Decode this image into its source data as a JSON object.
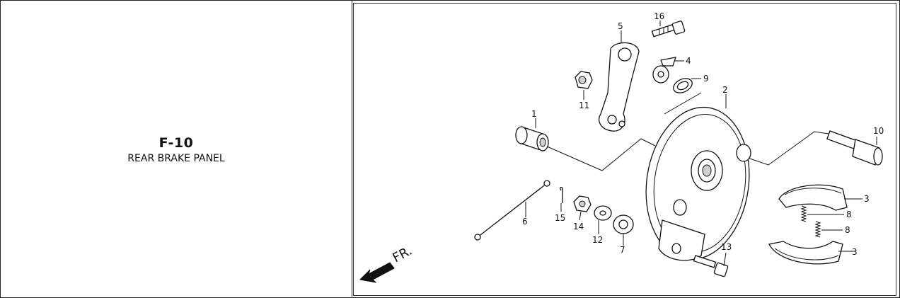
{
  "section": {
    "code": "F-10",
    "title": "REAR BRAKE PANEL"
  },
  "diagram": {
    "direction_label": "FR.",
    "callouts": {
      "c1": "1",
      "c2": "2",
      "c3a": "3",
      "c3b": "3",
      "c4": "4",
      "c5": "5",
      "c6": "6",
      "c7": "7",
      "c8a": "8",
      "c8b": "8",
      "c9": "9",
      "c10": "10",
      "c11": "11",
      "c12": "12",
      "c13": "13",
      "c14": "14",
      "c15": "15",
      "c16": "16"
    }
  }
}
